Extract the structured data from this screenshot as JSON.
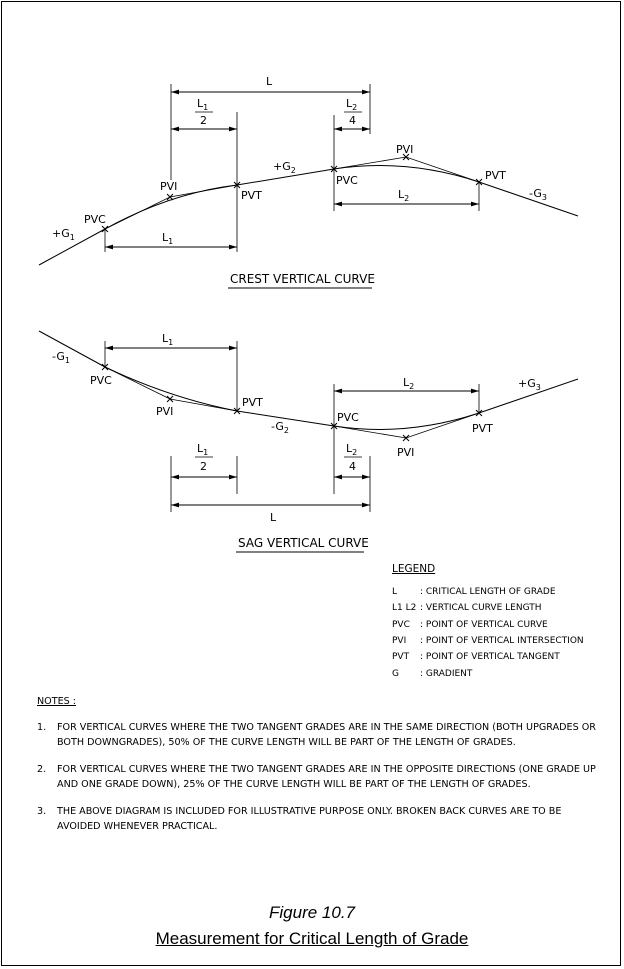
{
  "crest": {
    "title": "CREST VERTICAL CURVE",
    "dim_L": "L",
    "dim_L1_half_num": "L",
    "dim_L1_half_sub": "1",
    "dim_L1_half_den": "2",
    "dim_L2_quarter_num": "L",
    "dim_L2_quarter_sub": "2",
    "dim_L2_quarter_den": "4",
    "dim_L1": "L",
    "dim_L1_sub": "1",
    "dim_L2": "L",
    "dim_L2_sub": "2",
    "pvc1": "PVC",
    "pvi1": "PVI",
    "pvt1": "PVT",
    "pvc2": "PVC",
    "pvi2": "PVI",
    "pvt2": "PVT",
    "g1": "+G",
    "g1_sub": "1",
    "g2": "+G",
    "g2_sub": "2",
    "g3": "-G",
    "g3_sub": "3"
  },
  "sag": {
    "title": "SAG VERTICAL CURVE",
    "dim_L": "L",
    "dim_L1_half_num": "L",
    "dim_L1_half_sub": "1",
    "dim_L1_half_den": "2",
    "dim_L2_quarter_num": "L",
    "dim_L2_quarter_sub": "2",
    "dim_L2_quarter_den": "4",
    "dim_L1": "L",
    "dim_L1_sub": "1",
    "dim_L2": "L",
    "dim_L2_sub": "2",
    "pvc1": "PVC",
    "pvi1": "PVI",
    "pvt1": "PVT",
    "pvc2": "PVC",
    "pvi2": "PVI",
    "pvt2": "PVT",
    "g1": "-G",
    "g1_sub": "1",
    "g2": "-G",
    "g2_sub": "2",
    "g3": "+G",
    "g3_sub": "3"
  },
  "legend": {
    "title": "LEGEND",
    "items": [
      {
        "key": "L",
        "desc": ": CRITICAL LENGTH OF GRADE"
      },
      {
        "key": "L1 L2",
        "desc": ": VERTICAL CURVE LENGTH"
      },
      {
        "key": "PVC",
        "desc": ": POINT OF VERTICAL CURVE"
      },
      {
        "key": "PVI",
        "desc": ": POINT OF VERTICAL INTERSECTION"
      },
      {
        "key": "PVT",
        "desc": ": POINT OF VERTICAL TANGENT"
      },
      {
        "key": "G",
        "desc": ": GRADIENT"
      }
    ]
  },
  "notes": {
    "title": "NOTES :",
    "items": [
      {
        "num": "1.",
        "text": "FOR VERTICAL CURVES WHERE THE TWO TANGENT GRADES ARE IN THE SAME DIRECTION (BOTH UPGRADES OR BOTH DOWNGRADES), 50% OF THE CURVE LENGTH WILL BE PART OF THE LENGTH OF GRADES."
      },
      {
        "num": "2.",
        "text": "FOR VERTICAL CURVES WHERE THE TWO TANGENT GRADES ARE IN THE OPPOSITE DIRECTIONS (ONE GRADE UP AND ONE GRADE DOWN), 25% OF THE CURVE LENGTH WILL BE PART OF THE LENGTH OF GRADES."
      },
      {
        "num": "3.",
        "text": "THE ABOVE DIAGRAM IS INCLUDED FOR ILLUSTRATIVE PURPOSE ONLY. BROKEN BACK CURVES ARE TO BE AVOIDED WHENEVER PRACTICAL."
      }
    ]
  },
  "caption": {
    "figure": "Figure 10.7",
    "title": "Measurement for Critical Length of Grade"
  }
}
